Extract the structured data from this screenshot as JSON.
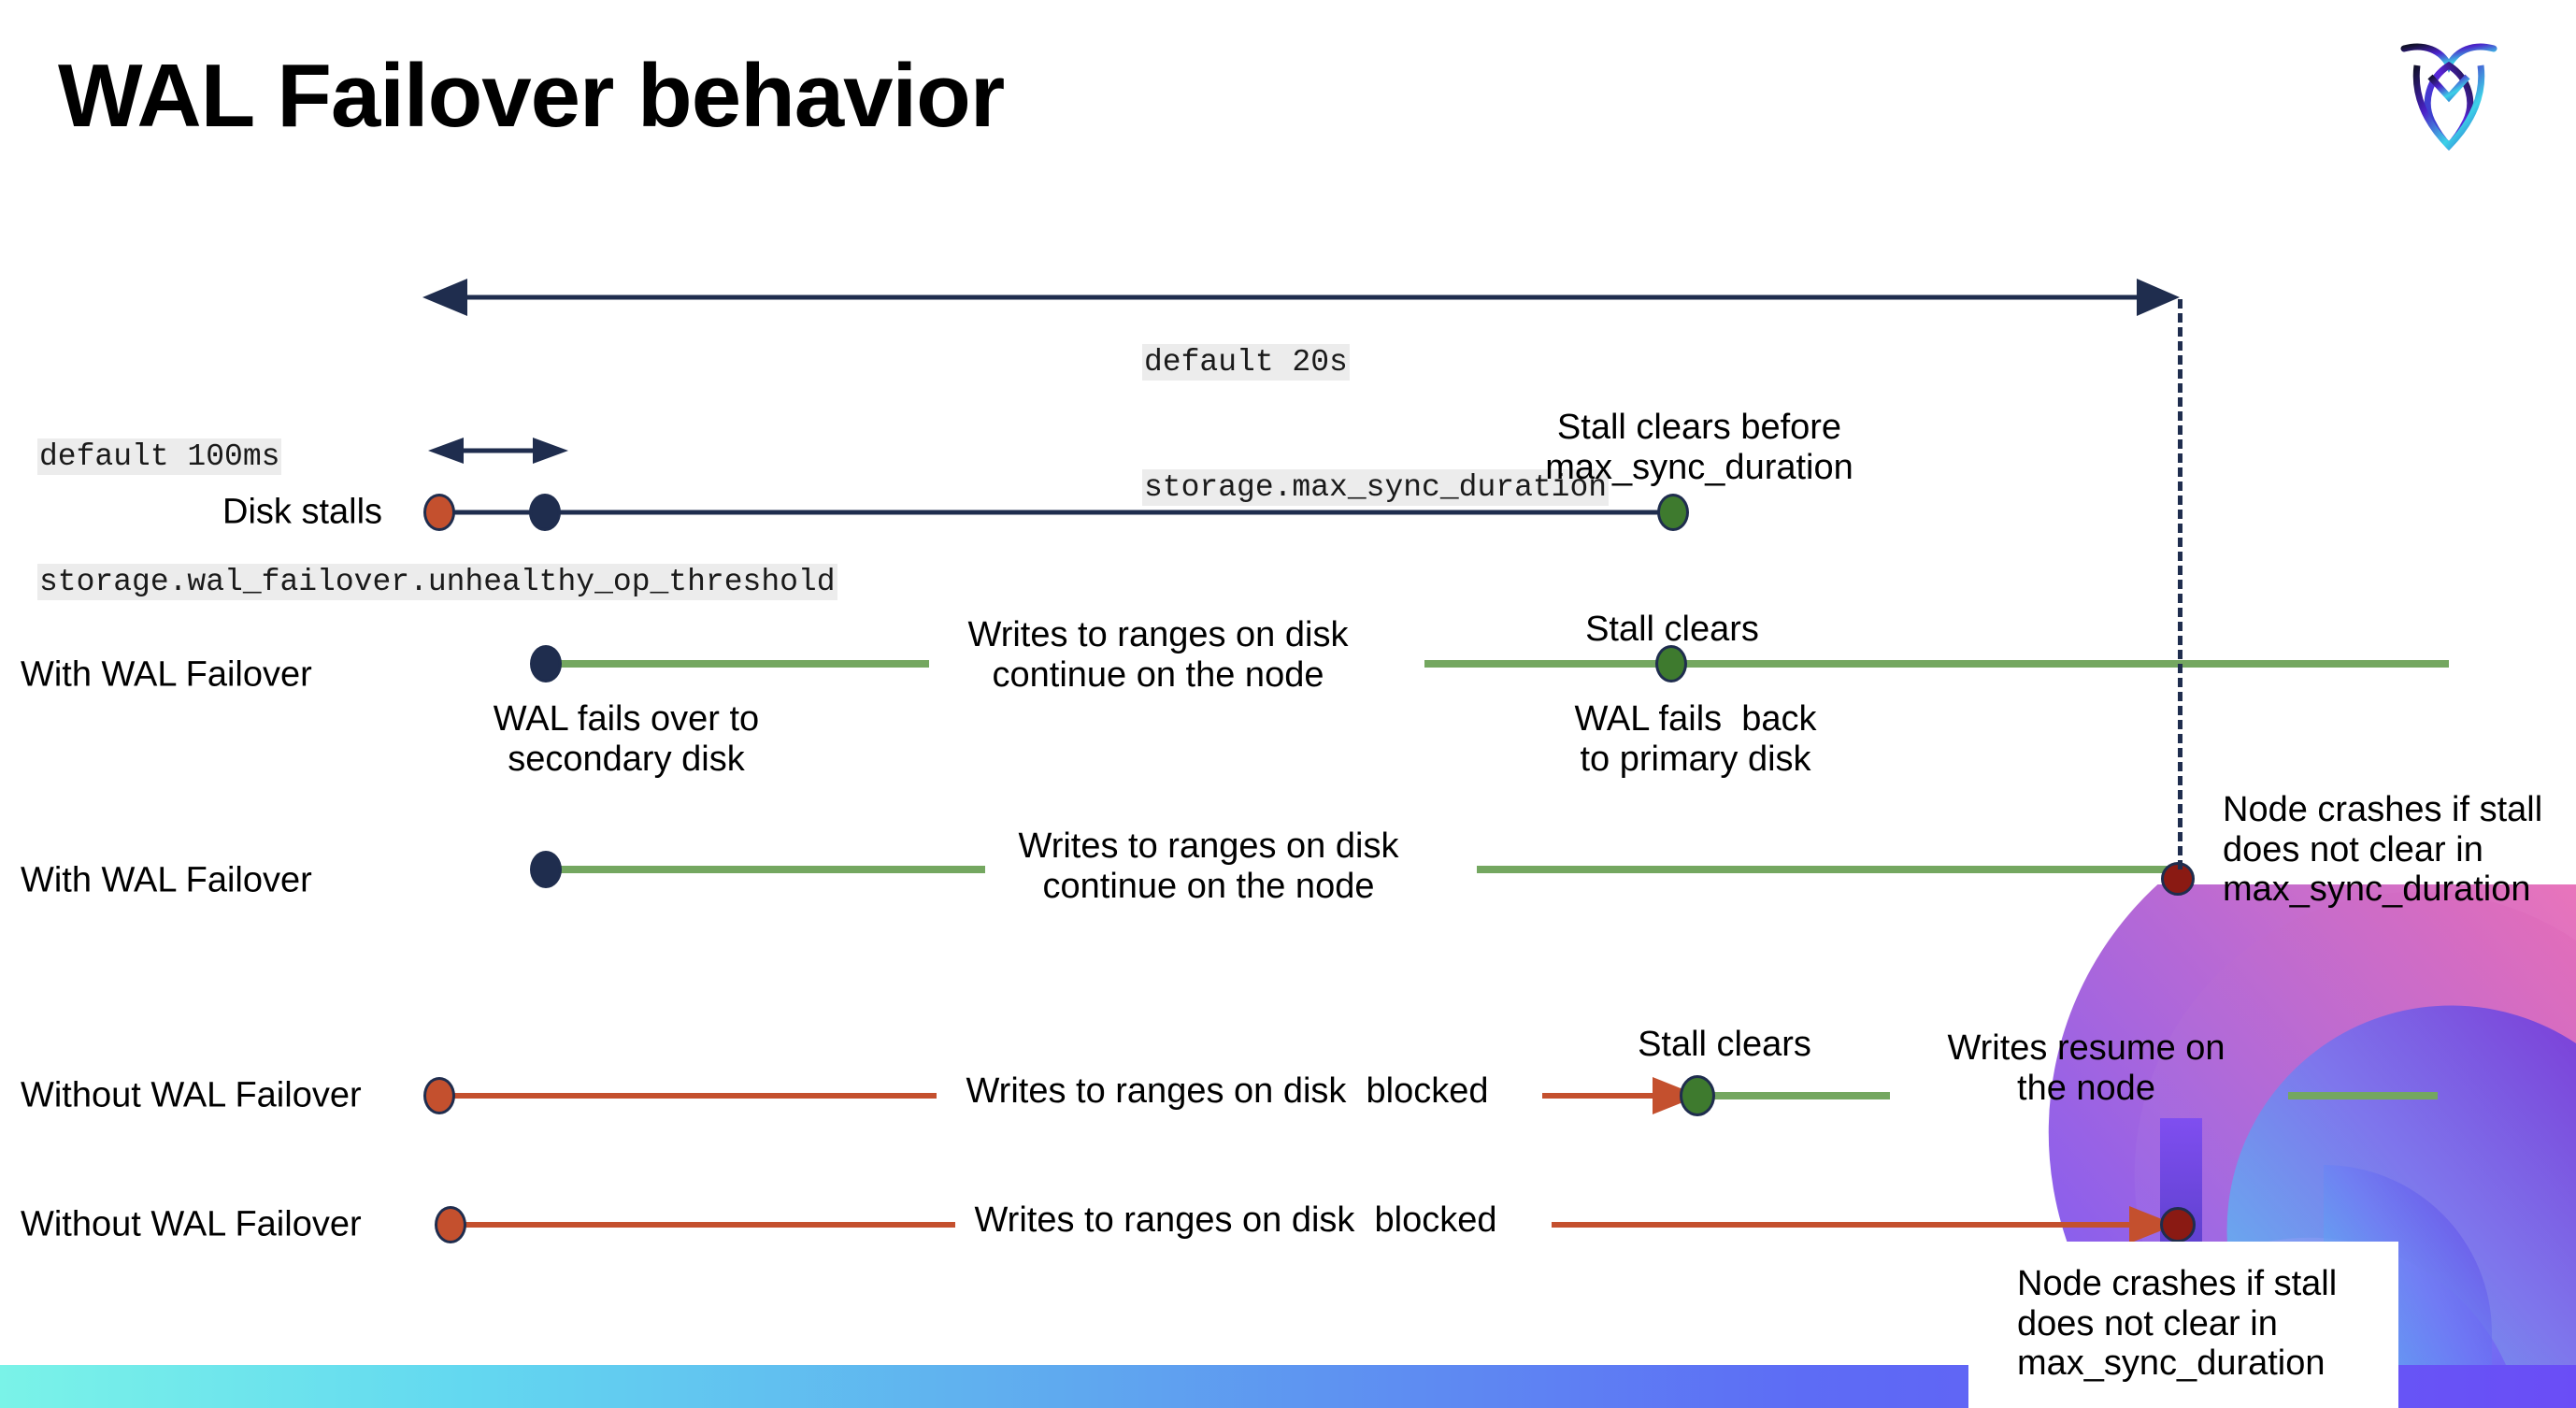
{
  "slide": {
    "title": "WAL Failover behavior",
    "logo_name": "cockroachdb-logo"
  },
  "settings": {
    "max_sync": {
      "default_label": "default 20s",
      "setting_name": "storage.max_sync_duration"
    },
    "unhealthy_op": {
      "default_label": "default 100ms",
      "setting_name": "storage.wal_failover.unhealthy_op_threshold"
    }
  },
  "rows": [
    {
      "label": "Disk stalls",
      "notes": [
        "Stall clears before\nmax_sync_duration"
      ]
    },
    {
      "label": "With WAL Failover",
      "notes": [
        "Writes to ranges on disk\ncontinue on the node",
        "Stall clears",
        "WAL fails  back\nto primary disk",
        "WAL fails over to\nsecondary disk"
      ]
    },
    {
      "label": "With WAL Failover",
      "notes": [
        "Writes to ranges on disk\ncontinue on the node",
        "Node crashes if stall\ndoes not clear in\nmax_sync_duration"
      ]
    },
    {
      "label": "Without WAL Failover",
      "notes": [
        "Writes to ranges on disk  blocked",
        "Stall clears",
        "Writes resume on\nthe node"
      ]
    },
    {
      "label": "Without WAL Failover",
      "notes": [
        "Writes to ranges on disk  blocked",
        "Node crashes if stall\ndoes not clear in\nmax_sync_duration"
      ]
    }
  ],
  "labels": {
    "disk_stalls": "Disk stalls",
    "with_wal_1": "With WAL Failover",
    "with_wal_2": "With WAL Failover",
    "without_wal_1": "Without WAL Failover",
    "without_wal_2": "Without WAL Failover"
  },
  "notes": {
    "stall_clears_before": "Stall clears before\nmax_sync_duration",
    "writes_continue_1": "Writes to ranges on disk\ncontinue on the node",
    "writes_continue_2": "Writes to ranges on disk\ncontinue on the node",
    "stall_clears_a": "Stall clears",
    "wal_fails_back": "WAL fails  back\nto primary disk",
    "wal_fails_over": "WAL fails over to\nsecondary disk",
    "node_crashes_1": "Node crashes if stall\ndoes not clear in\nmax_sync_duration",
    "writes_blocked_1": "Writes to ranges on disk  blocked",
    "stall_clears_b": "Stall clears",
    "writes_resume": "Writes resume on\nthe node",
    "writes_blocked_2": "Writes to ranges on disk  blocked",
    "node_crashes_2": "Node crashes if stall\ndoes not clear in\nmax_sync_duration"
  },
  "colors": {
    "navy": "#1f2d4e",
    "green_line": "#74a760",
    "green_dot": "#3e7a2e",
    "orange": "#c4502e",
    "dark_red": "#8a1a13",
    "code_bg": "#ececec",
    "bottom_bar_from": "#7af3e8",
    "bottom_bar_to": "#6a4df6"
  }
}
